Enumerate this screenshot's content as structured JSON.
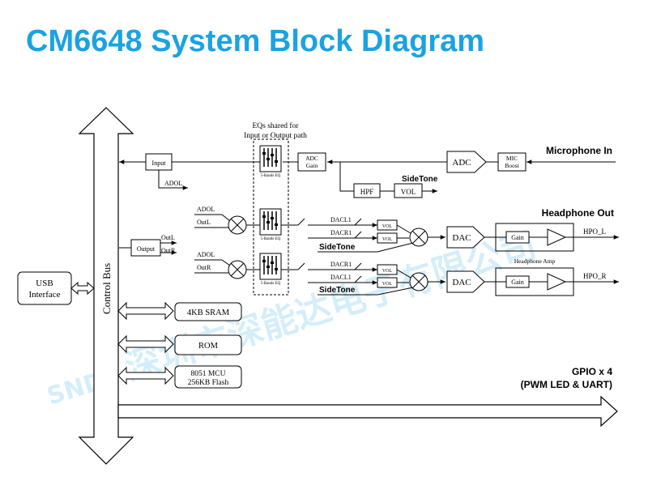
{
  "title": "CM6648 System Block Diagram",
  "eq_header": [
    "EQs shared for",
    "Input or Output path"
  ],
  "eq_block_label": "5-Bands EQ",
  "blocks": {
    "input": "Input",
    "output": "Output",
    "adc_gain": [
      "ADC",
      "Gain"
    ],
    "adc": "ADC",
    "mic_boost": [
      "MIC",
      "Boost"
    ],
    "hpf": "HPF",
    "vol": "VOL",
    "vol_small": "VOL",
    "dac": "DAC",
    "gain": "Gain",
    "usb": [
      "USB",
      "Interface"
    ],
    "sram": "4KB SRAM",
    "rom": "ROM",
    "mcu": [
      "8051 MCU",
      "256KB Flash"
    ]
  },
  "signals": {
    "adol": "ADOL",
    "outl": "OutL",
    "outr": "OutR",
    "dacl1": "DACL1",
    "dacr1": "DACR1",
    "sidetone": "SideTone",
    "hpo_l": "HPO_L",
    "hpo_r": "HPO_R"
  },
  "headings": {
    "microphone_in": "Microphone In",
    "headphone_out": "Headphone Out",
    "headphone_amp": "Headphone Amp",
    "gpio": [
      "GPIO x 4",
      "(PWM LED & UART)"
    ]
  },
  "bus_label": "Control Bus",
  "watermark": {
    "cn": "深圳市深能达电子有限公司",
    "logo": "SND"
  }
}
